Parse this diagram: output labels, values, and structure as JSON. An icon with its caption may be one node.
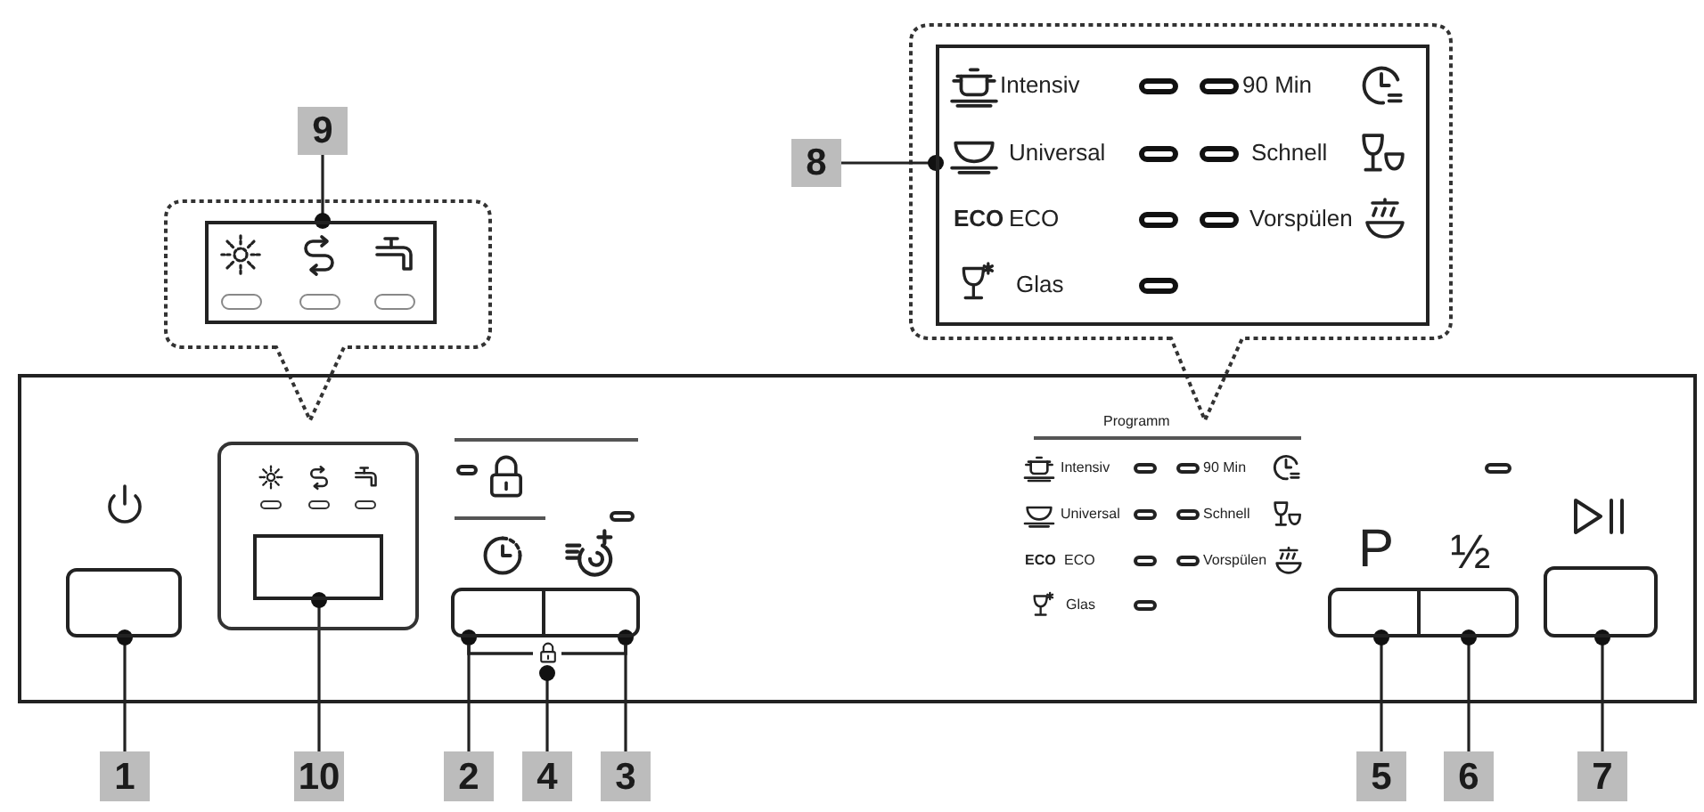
{
  "diagram": {
    "nodes": [
      {
        "text": [
          "9"
        ]
      },
      {
        "text": [],
        "shape": "box"
      },
      {
        "text": [
          "8"
        ]
      },
      {
        "text": [
          "Intensiv",
          "90 Min",
          "Universal",
          "Schnell",
          "ECO",
          "ECO",
          "Vorspülen",
          "Glas"
        ]
      },
      {
        "text": [
          "Programm",
          "Intensiv",
          "90 Min",
          "Universal",
          "Schnell",
          "ECO",
          "ECO",
          "Vorspülen",
          "Glas"
        ]
      },
      {
        "text": [],
        "shape": "box",
        "in": 4
      },
      {
        "text": [],
        "shape": "box",
        "in": 4
      },
      {
        "text": [],
        "shape": "box",
        "in": 4
      },
      {
        "text": [],
        "shape": "box",
        "in": 4
      },
      {
        "text": [],
        "shape": "bracket",
        "in": 4
      },
      {
        "text": [],
        "shape": "box",
        "in": 4,
        "beside": [
          "P"
        ]
      },
      {
        "text": [],
        "shape": "box",
        "in": 4,
        "beside": [
          "½"
        ]
      },
      {
        "text": [],
        "shape": "box",
        "in": 4
      },
      {
        "text": [
          "1"
        ]
      },
      {
        "text": [
          "10"
        ]
      },
      {
        "text": [
          "2"
        ]
      },
      {
        "text": [
          "4"
        ]
      },
      {
        "text": [
          "3"
        ]
      },
      {
        "text": [
          "5"
        ]
      },
      {
        "text": [
          "6"
        ]
      },
      {
        "text": [
          "7"
        ]
      }
    ],
    "edges": [
      {
        "from": 0,
        "to": 1,
        "arrow": "other"
      },
      {
        "from": 2,
        "to": 3,
        "arrow": "other"
      },
      {
        "from": 13,
        "to": 5,
        "arrow": "other"
      },
      {
        "from": 14,
        "to": 6,
        "arrow": "other"
      },
      {
        "from": 15,
        "to": 7,
        "arrow": "other"
      },
      {
        "from": 16,
        "to": 9,
        "arrow": "other"
      },
      {
        "from": 17,
        "to": 8,
        "arrow": "other"
      },
      {
        "from": 18,
        "to": 10,
        "arrow": "other"
      },
      {
        "from": 19,
        "to": 11,
        "arrow": "other"
      },
      {
        "from": 20,
        "to": 12,
        "arrow": "other"
      }
    ]
  }
}
